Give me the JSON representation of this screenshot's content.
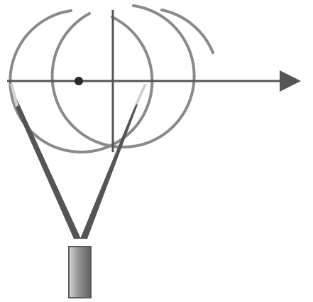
{
  "diagram": {
    "elements": [
      "circle",
      "circle",
      "horizontal-arrow",
      "vertical-line",
      "center-dot",
      "probe-arm",
      "probe-arm",
      "handle"
    ],
    "colors": {
      "circle_stroke": "#8a8a8a",
      "axis_stroke": "#555555",
      "arm_fill": "#555555",
      "handle_fill": "#6a6a6a",
      "handle_highlight": "#cfcfcf",
      "dot_fill": "#2b2b2b"
    }
  }
}
